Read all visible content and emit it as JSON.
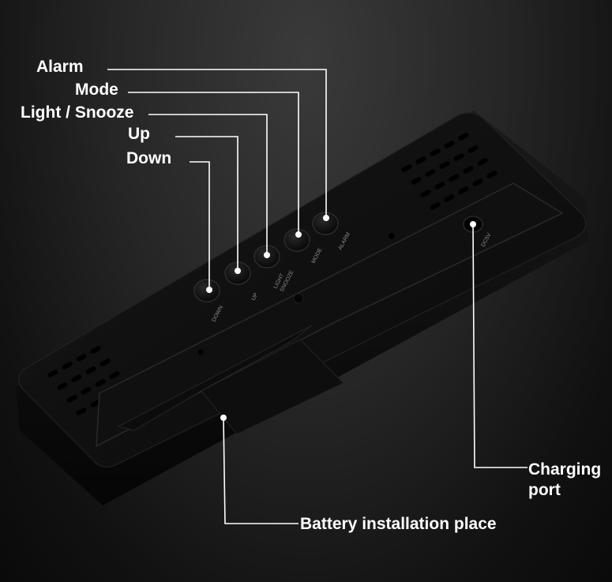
{
  "labels": {
    "alarm": "Alarm",
    "mode": "Mode",
    "light_snooze": "Light / Snooze",
    "up": "Up",
    "down": "Down",
    "charging_port": "Charging port",
    "battery": "Battery installation place"
  },
  "button_prints": {
    "down": "DOWN",
    "up": "UP",
    "light": "LIGHT",
    "snooze": "SNOOZE",
    "mode": "MODE",
    "alarm": "ALARM",
    "dc": "DC5V"
  },
  "colors": {
    "device_body": "#0d0d0d",
    "label_text": "#ffffff",
    "leader_line": "#ffffff"
  }
}
